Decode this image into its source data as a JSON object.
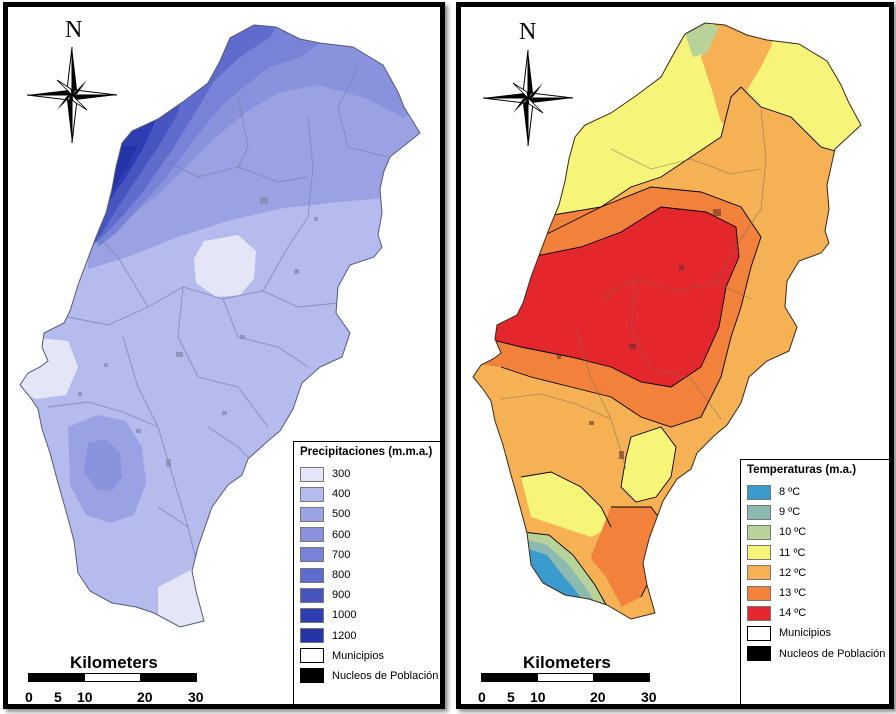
{
  "north_label": "N",
  "left_map": {
    "legend_title": "Precipitaciones (m.m.a.)",
    "classes": [
      {
        "label": "300",
        "color": "#e4e6f7"
      },
      {
        "label": "400",
        "color": "#b5bbec"
      },
      {
        "label": "500",
        "color": "#9aa2e4"
      },
      {
        "label": "600",
        "color": "#8992dd"
      },
      {
        "label": "700",
        "color": "#7882d6"
      },
      {
        "label": "800",
        "color": "#5f6bcd"
      },
      {
        "label": "900",
        "color": "#4855c1"
      },
      {
        "label": "1000",
        "color": "#2f3db3"
      },
      {
        "label": "1200",
        "color": "#2433a6"
      }
    ],
    "municipios_label": "Municipios",
    "nucleos_label": "Nucleos de Población"
  },
  "right_map": {
    "legend_title": "Temperaturas (m.a.)",
    "classes": [
      {
        "label": "8 ºC",
        "color": "#3b9bcf"
      },
      {
        "label": "9 ºC",
        "color": "#8dbab0"
      },
      {
        "label": "10 ºC",
        "color": "#b7d39a"
      },
      {
        "label": "11 ºC",
        "color": "#f7f47a"
      },
      {
        "label": "12 ºC",
        "color": "#f6b154"
      },
      {
        "label": "13 ºC",
        "color": "#f2823b"
      },
      {
        "label": "14 ºC",
        "color": "#e4272d"
      }
    ],
    "municipios_label": "Municipios",
    "nucleos_label": "Nucleos de Población"
  },
  "scale": {
    "title": "Kilometers",
    "ticks": [
      "0",
      "5",
      "10",
      "20",
      "30"
    ]
  }
}
